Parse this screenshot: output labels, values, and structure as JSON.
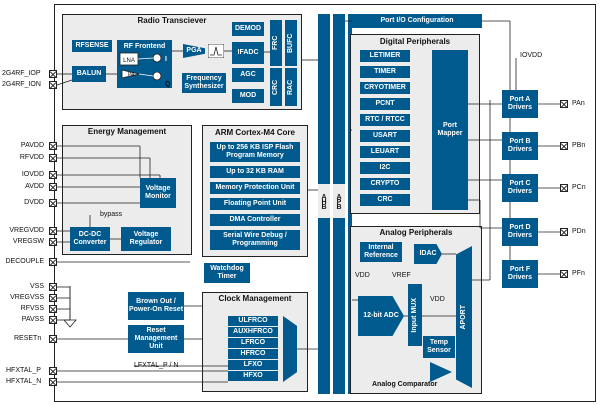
{
  "chip": {
    "fill": "#005a8e",
    "panel": "#ececec"
  },
  "radio": {
    "title": "Radio Transciever",
    "rfsense": "RFSENSE",
    "balun": "BALUN",
    "rf_frontend": "RF Frontend",
    "lna": "LNA",
    "pa": "PA",
    "i": "I",
    "q": "Q",
    "pga": "PGA",
    "demod": "DEMOD",
    "ifadc": "IFADC",
    "agc": "AGC",
    "mod": "MOD",
    "freq_synth": "Frequency Synthesizer",
    "frc": "FRC",
    "bufc": "BUFC",
    "crc": "CRC",
    "rac": "RAC"
  },
  "rf_pins": [
    "2G4RF_IOP",
    "2G4RF_ION"
  ],
  "energy": {
    "title": "Energy Management",
    "voltage_monitor": "Voltage Monitor",
    "dcdc": "DC-DC Converter",
    "vreg": "Voltage Regulator",
    "bypass": "bypass",
    "pins": [
      "PAVDD",
      "RFVDD",
      "IOVDD",
      "AVDD",
      "DVDD",
      "VREGVDD",
      "VREGSW",
      "DECOUPLE"
    ]
  },
  "vss_pins": [
    "VSS",
    "VREGVSS",
    "RFVSS",
    "PAVSS"
  ],
  "reset_pin": "RESETn",
  "brownout": "Brown Out / Power-On Reset",
  "reset_mgmt": "Reset Management Unit",
  "core": {
    "title": "ARM Cortex-M4 Core",
    "items": [
      "Up to 256 KB ISP Flash Program Memory",
      "Up to 32 KB RAM",
      "Memory Protection Unit",
      "Floating Point Unit",
      "DMA Controller",
      "Serial Wire Debug / Programming"
    ]
  },
  "watchdog": "Watchdog Timer",
  "clock": {
    "title": "Clock Management",
    "items": [
      "ULFRCO",
      "AUXHFRCO",
      "LFRCO",
      "HFRCO",
      "LFXO",
      "HFXO"
    ],
    "lfxtal_label": "LFXTAL_P / N"
  },
  "hfxtal_pins": [
    "HFXTAL_P",
    "HFXTAL_N"
  ],
  "bus": {
    "ahb": "AHB",
    "apb": "APB"
  },
  "port_io": "Port I/O Configuration",
  "iovdd": "IOVDD",
  "digital": {
    "title": "Digital Peripherals",
    "items": [
      "LETIMER",
      "TIMER",
      "CRYOTIMER",
      "PCNT",
      "RTC / RTCC",
      "USART",
      "LEUART",
      "I2C",
      "CRYPTO",
      "CRC"
    ],
    "port_mapper": "Port Mapper"
  },
  "ports": [
    {
      "label": "Port A Drivers",
      "pin": "PAn"
    },
    {
      "label": "Port B Drivers",
      "pin": "PBn"
    },
    {
      "label": "Port C Drivers",
      "pin": "PCn"
    },
    {
      "label": "Port D Drivers",
      "pin": "PDn"
    },
    {
      "label": "Port F Drivers",
      "pin": "PFn"
    }
  ],
  "analog": {
    "title": "Analog Peripherals",
    "internal_ref": "Internal Reference",
    "idac": "IDAC",
    "vdd": "VDD",
    "vref": "VREF",
    "adc": "12-bit ADC",
    "input_mux": "Input MUX",
    "vdd2": "VDD",
    "temp": "Temp Sensor",
    "aport": "APORT",
    "comparator": "Analog Comparator"
  }
}
